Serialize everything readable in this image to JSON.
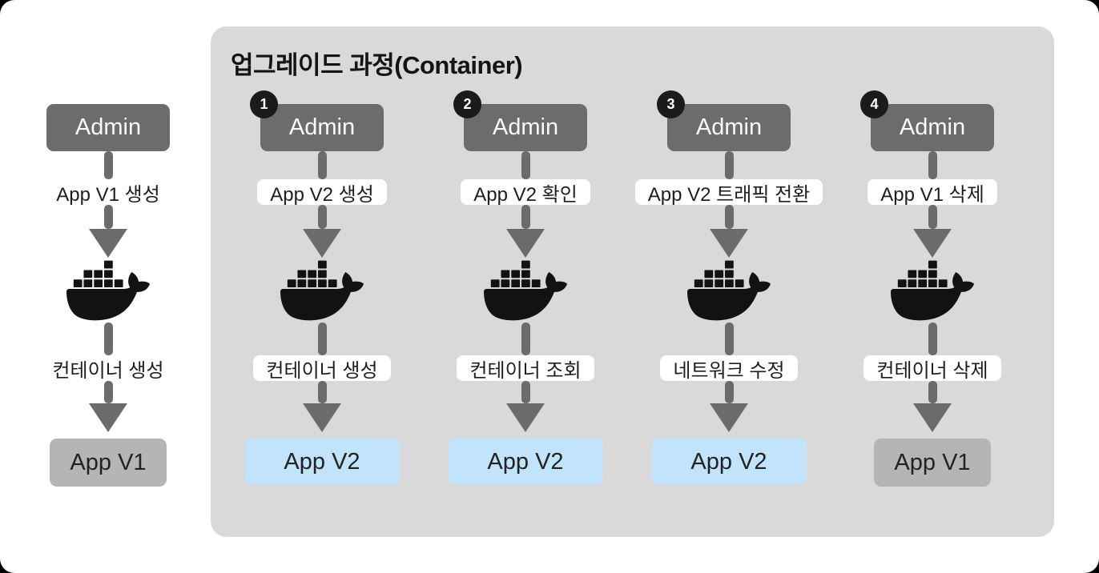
{
  "colors": {
    "page_bg": "#ffffff",
    "outside_bg": "#000000",
    "panel_bg": "#d9d9d9",
    "actor_box": "#6c6c6c",
    "actor_text": "#fafafa",
    "arrow": "#6b6b6b",
    "pill_bg": "#ffffff",
    "label_text": "#1e1e1e",
    "badge_bg": "#1b1b1b",
    "badge_text": "#ffffff",
    "result_blue": "#c2e3fc",
    "result_gray": "#b5b5b5",
    "result_text": "#222222",
    "title_text": "#141414",
    "icon_color": "#121212"
  },
  "panel": {
    "title": "업그레이드 과정(Container)"
  },
  "icons": {
    "docker": "docker-whale-icon",
    "arrow": "arrow-down-icon"
  },
  "base_flow": {
    "actor": "Admin",
    "admin_action": "App V1 생성",
    "docker_action": "컨테이너 생성",
    "result": "App V1"
  },
  "upgrade_steps": [
    {
      "number": "1",
      "actor": "Admin",
      "admin_action": "App V2 생성",
      "docker_action": "컨테이너 생성",
      "result": "App V2"
    },
    {
      "number": "2",
      "actor": "Admin",
      "admin_action": "App V2 확인",
      "docker_action": "컨테이너 조회",
      "result": "App V2"
    },
    {
      "number": "3",
      "actor": "Admin",
      "admin_action": "App V2 트래픽 전환",
      "docker_action": "네트워크 수정",
      "result": "App V2"
    },
    {
      "number": "4",
      "actor": "Admin",
      "admin_action": "App V1 삭제",
      "docker_action": "컨테이너 삭제",
      "result": "App V1"
    }
  ]
}
